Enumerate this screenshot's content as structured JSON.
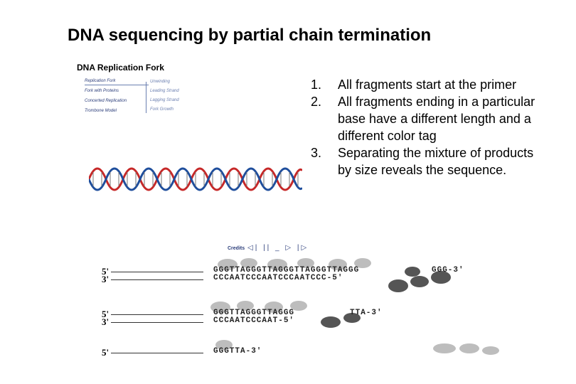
{
  "title": "DNA sequencing by partial chain termination",
  "fork": {
    "title": "DNA Replication Fork",
    "items": [
      "Replication Fork",
      "Fork with Proteins",
      "Concerted Replication",
      "Trombone Model"
    ],
    "subitems": [
      "Unwinding",
      "Leading Strand",
      "Lagging Strand",
      "Fork Growth"
    ]
  },
  "points": [
    {
      "num": "1.",
      "text": "All fragments start at the primer"
    },
    {
      "num": "2.",
      "text": "All fragments ending in a particular base have a different length and a different color tag"
    },
    {
      "num": "3.",
      "text": "Separating the mixture of products by size reveals the sequence."
    }
  ],
  "panel": {
    "credits": "Credits",
    "nav": "◁| || _ ▷ |▷",
    "rows": [
      {
        "top_left": "5'",
        "top_seq": "GGGTTAGGGTTAGGGTTAGGGTTAGGG",
        "top_tail": "GGG-3'",
        "bottom_left": "3'",
        "bottom_seq": "CCCAATCCCAATCCCAATCCC-5'"
      },
      {
        "top_left": "5'",
        "top_seq": "GGGTTAGGGTTAGGG",
        "top_tail": "TTA-3'",
        "bottom_left": "3'",
        "bottom_seq": "CCCAATCCCAAT-5'"
      },
      {
        "top_left": "5'",
        "top_seq": "GGGTTA-3'",
        "top_tail": "",
        "bottom_left": "",
        "bottom_seq": ""
      }
    ]
  },
  "colors": {
    "helix_red": "#c62828",
    "helix_blue": "#1f4e9c",
    "diagram_navy": "#2b3d7a",
    "blob_grey": "#9a9a9a"
  }
}
